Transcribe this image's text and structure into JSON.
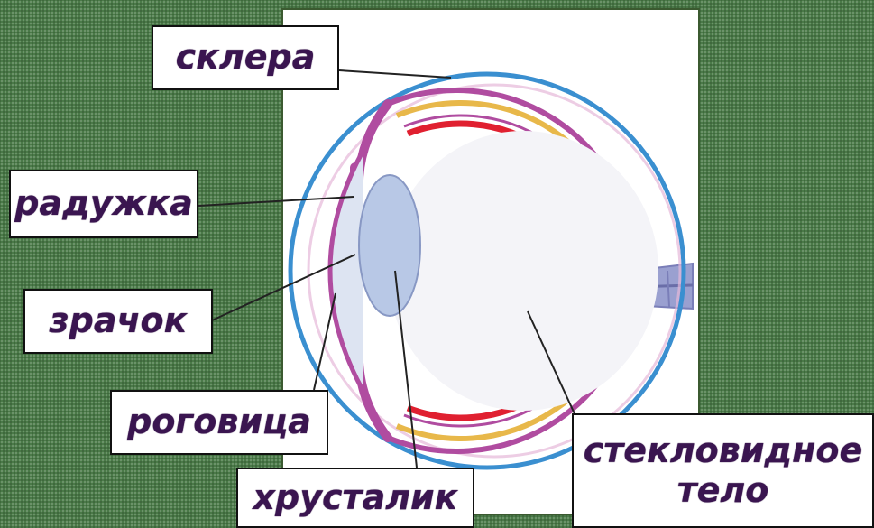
{
  "labels": {
    "sclera": "склера",
    "iris": "радужка",
    "pupil": "зрачок",
    "cornea": "роговица",
    "lens": "хрусталик",
    "vitreous_line1": "стекловидное",
    "vitreous_line2": "тело"
  },
  "colors": {
    "background": "#4a7a48",
    "panel": "#ffffff",
    "label_text": "#3a1550",
    "outer_ring": "#3a8fd0",
    "choroid": "#b04ca0",
    "retina": "#e02030",
    "yellow_layer": "#e8b84a",
    "lens": "#b8c8e6",
    "optic_nerve": "#8a8ec8"
  }
}
